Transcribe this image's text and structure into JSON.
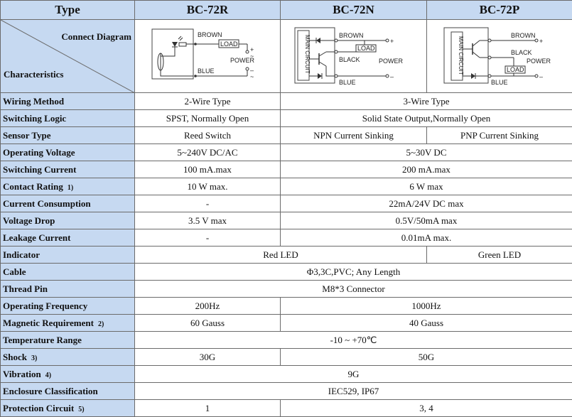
{
  "header": {
    "type_label": "Type",
    "models": [
      "BC-72R",
      "BC-72N",
      "BC-72P"
    ]
  },
  "diagram_row": {
    "connect_label": "Connect Diagram",
    "characteristics_label": "Characteristics",
    "labels": {
      "brown": "BROWN",
      "blue": "BLUE",
      "black": "BLACK",
      "load": "LOAD",
      "power": "POWER",
      "main_circuit": "MAIN CIRCUIT",
      "plus": "+",
      "minus": "–",
      "tilde": "~"
    }
  },
  "rows": [
    {
      "label": "Wiring Method",
      "fn": "",
      "r": "2-Wire Type",
      "np": "3-Wire Type"
    },
    {
      "label": "Switching Logic",
      "fn": "",
      "r": "SPST, Normally Open",
      "np": "Solid State Output,Normally Open"
    },
    {
      "label": "Sensor Type",
      "fn": "",
      "r": "Reed Switch",
      "n": "NPN Current Sinking",
      "p": "PNP Current Sinking"
    },
    {
      "label": "Operating Voltage",
      "fn": "",
      "r": "5~240V DC/AC",
      "np": "5~30V DC"
    },
    {
      "label": "Switching Current",
      "fn": "",
      "r": "100 mA.max",
      "np": "200 mA.max"
    },
    {
      "label": "Contact Rating",
      "fn": "1)",
      "r": "10 W max.",
      "np": "6 W max"
    },
    {
      "label": "Current Consumption",
      "fn": "",
      "r": "-",
      "np": "22mA/24V DC max"
    },
    {
      "label": "Voltage Drop",
      "fn": "",
      "r": "3.5 V max",
      "np": "0.5V/50mA max"
    },
    {
      "label": "Leakage Current",
      "fn": "",
      "r": "-",
      "np": "0.01mA max."
    },
    {
      "label": "Indicator",
      "fn": "",
      "rn": "Red LED",
      "p": "Green LED"
    },
    {
      "label": "Cable",
      "fn": "",
      "all": "Φ3,3C,PVC; Any Length"
    },
    {
      "label": "Thread Pin",
      "fn": "",
      "all": "M8*3 Connector"
    },
    {
      "label": "Operating Frequency",
      "fn": "",
      "r": "200Hz",
      "np": "1000Hz"
    },
    {
      "label": "Magnetic Requirement",
      "fn": "2)",
      "r": "60 Gauss",
      "np": "40 Gauss"
    },
    {
      "label": "Temperature Range",
      "fn": "",
      "all": "-10 ~ +70℃"
    },
    {
      "label": "Shock",
      "fn": "3)",
      "r": "30G",
      "np": "50G"
    },
    {
      "label": "Vibration",
      "fn": "4)",
      "all": "9G"
    },
    {
      "label": "Enclosure Classification",
      "fn": "",
      "all": "IEC529, IP67"
    },
    {
      "label": "Protection Circuit",
      "fn": "5)",
      "r": "1",
      "np": "3, 4"
    }
  ]
}
